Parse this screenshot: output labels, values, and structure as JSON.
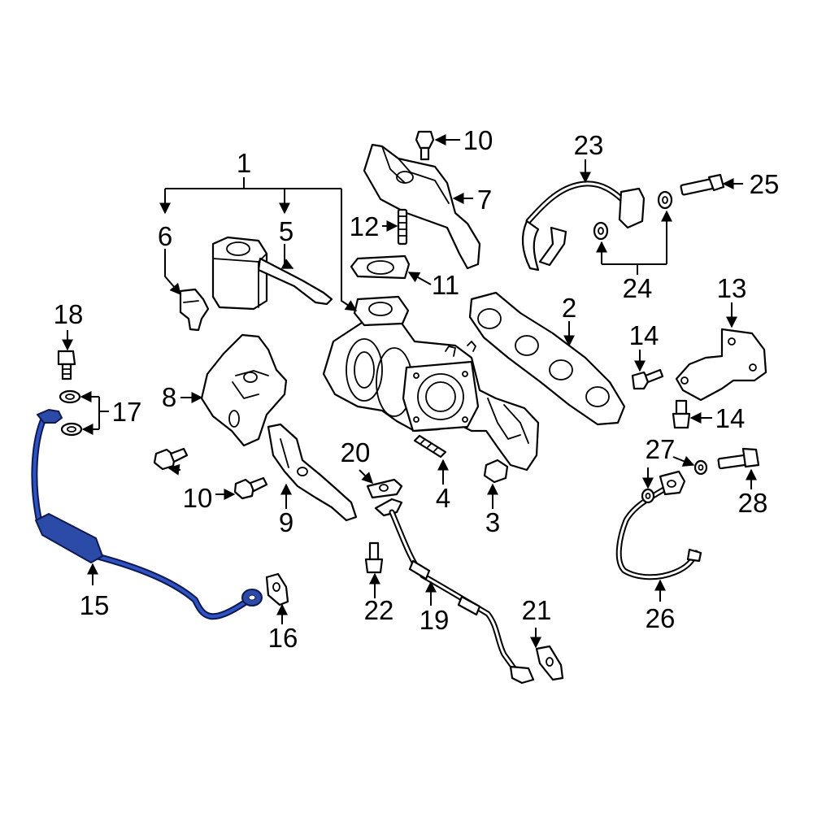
{
  "highlight_color": "#2c4aa8",
  "callouts": {
    "c1": "1",
    "c2": "2",
    "c3": "3",
    "c4": "4",
    "c5": "5",
    "c6": "6",
    "c7": "7",
    "c8": "8",
    "c9": "9",
    "c10a": "10",
    "c10b": "10",
    "c11": "11",
    "c12": "12",
    "c13": "13",
    "c14a": "14",
    "c14b": "14",
    "c15": "15",
    "c16": "16",
    "c17": "17",
    "c18": "18",
    "c19": "19",
    "c20": "20",
    "c21": "21",
    "c22": "22",
    "c23": "23",
    "c24": "24",
    "c25": "25",
    "c26": "26",
    "c27": "27",
    "c28": "28"
  }
}
